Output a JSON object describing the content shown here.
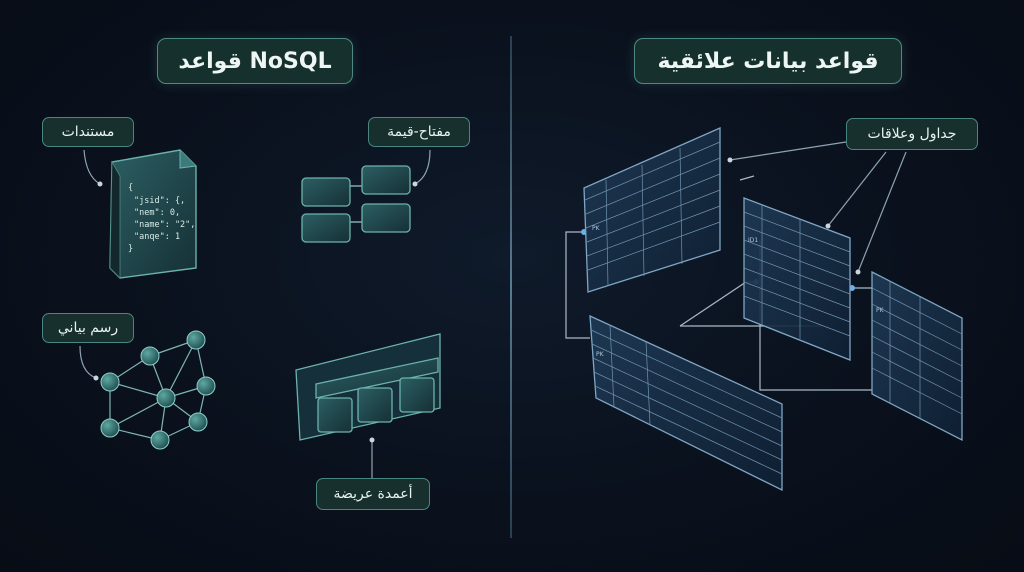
{
  "left_section": {
    "title": "قواعد NoSQL",
    "labels": {
      "documents": "مستندات",
      "key_value": "مفتاح-قيمة",
      "graph": "رسم بياني",
      "wide_column": "أعمدة عريضة"
    },
    "document_code": [
      "{",
      "\"jsid\": {,",
      "\"nem\": 0,",
      "\"name\": \"2\",",
      "\"anqe\": 1",
      "}"
    ]
  },
  "right_section": {
    "title": "قواعد بيانات علائقية",
    "labels": {
      "tables": "جداول وعلاقات"
    },
    "table_keys": [
      "PK",
      "ID1",
      "PK",
      "PK"
    ]
  },
  "colors": {
    "accent_teal": "#4e8a82",
    "label_bg": "#16302e",
    "node": "#2f6e6c",
    "table_line": "#7fa6c4"
  }
}
